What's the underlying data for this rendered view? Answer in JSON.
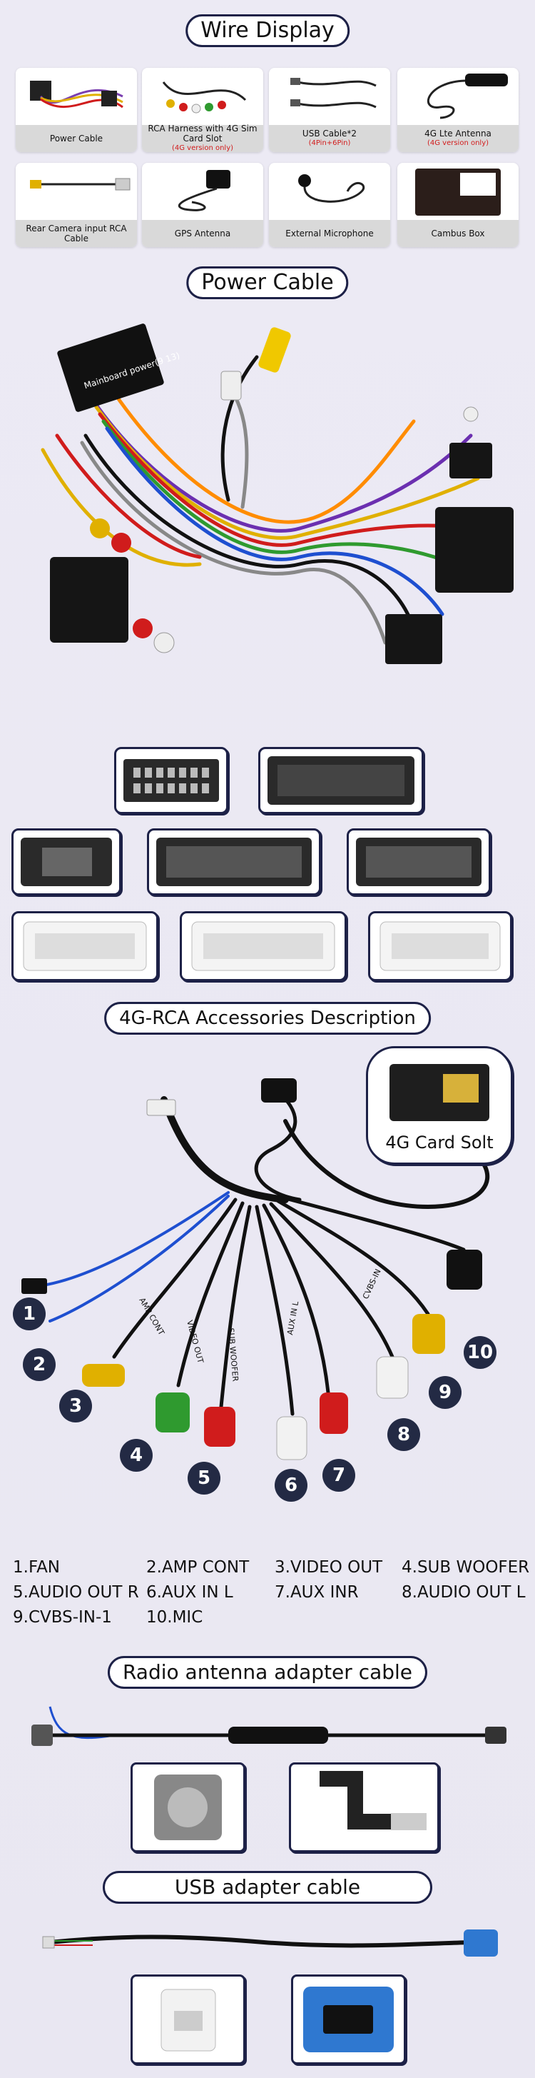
{
  "sections": {
    "wire_display": "Wire Display",
    "power_cable": "Power Cable",
    "accessories": "4G-RCA Accessories Description",
    "antenna": "Radio antenna adapter cable",
    "usb": "USB adapter cable"
  },
  "cards": [
    {
      "label": "Power Cable",
      "note": ""
    },
    {
      "label": "RCA Harness with 4G Sim Card Slot",
      "note": "(4G version only)"
    },
    {
      "label": "USB Cable*2",
      "note": "(4Pin+6Pin)"
    },
    {
      "label": "4G Lte Antenna",
      "note": "(4G version only)"
    },
    {
      "label": "Rear Camera input RCA Cable",
      "note": ""
    },
    {
      "label": "GPS Antenna",
      "note": ""
    },
    {
      "label": "External Microphone",
      "note": ""
    },
    {
      "label": "Cambus Box",
      "note": ""
    }
  ],
  "card_slot_label": "4G Card Solt",
  "badges": [
    "1",
    "2",
    "3",
    "4",
    "5",
    "6",
    "7",
    "8",
    "9",
    "10"
  ],
  "cable_tags": [
    "AMP CONT",
    "VIDEO OUT",
    "SUB WOOFER",
    "AUX IN L",
    "CVBS-IN"
  ],
  "legend": [
    "1.FAN",
    "2.AMP CONT",
    "3.VIDEO OUT",
    "4.SUB WOOFER",
    "5.AUDIO OUT R",
    "6.AUX IN L",
    "7.AUX INR",
    "8.AUDIO OUT L",
    "9.CVBS-IN-1",
    "10.MIC"
  ],
  "harness_label": "Mainboard power(9 13)"
}
